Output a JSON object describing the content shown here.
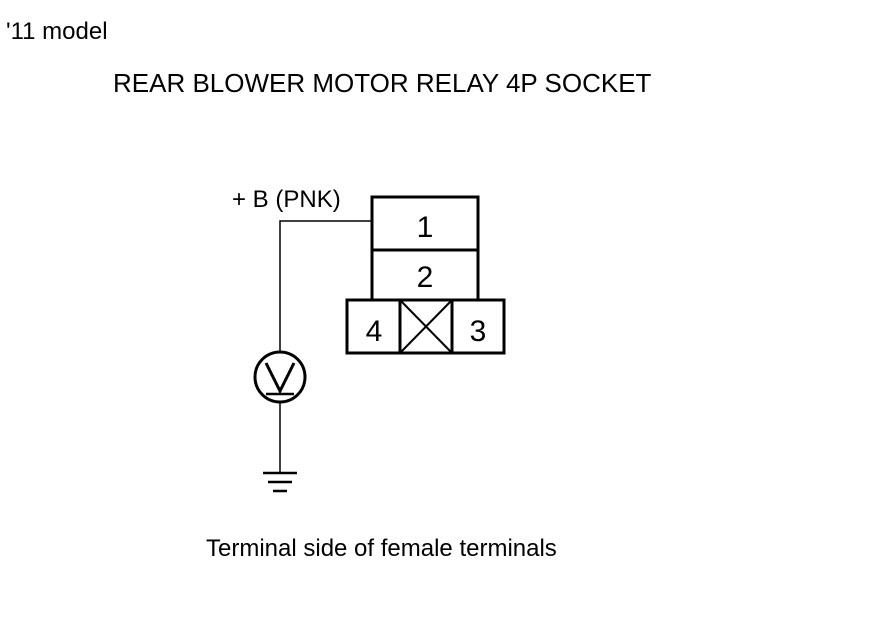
{
  "header": {
    "model": "'11 model",
    "title": "REAR BLOWER MOTOR RELAY 4P SOCKET"
  },
  "diagram": {
    "wire_label": "+ B (PNK)",
    "terminals": {
      "t1": "1",
      "t2": "2",
      "t3": "3",
      "t4": "4"
    },
    "meter_symbol": "V"
  },
  "footer": {
    "caption": "Terminal side of female terminals"
  }
}
